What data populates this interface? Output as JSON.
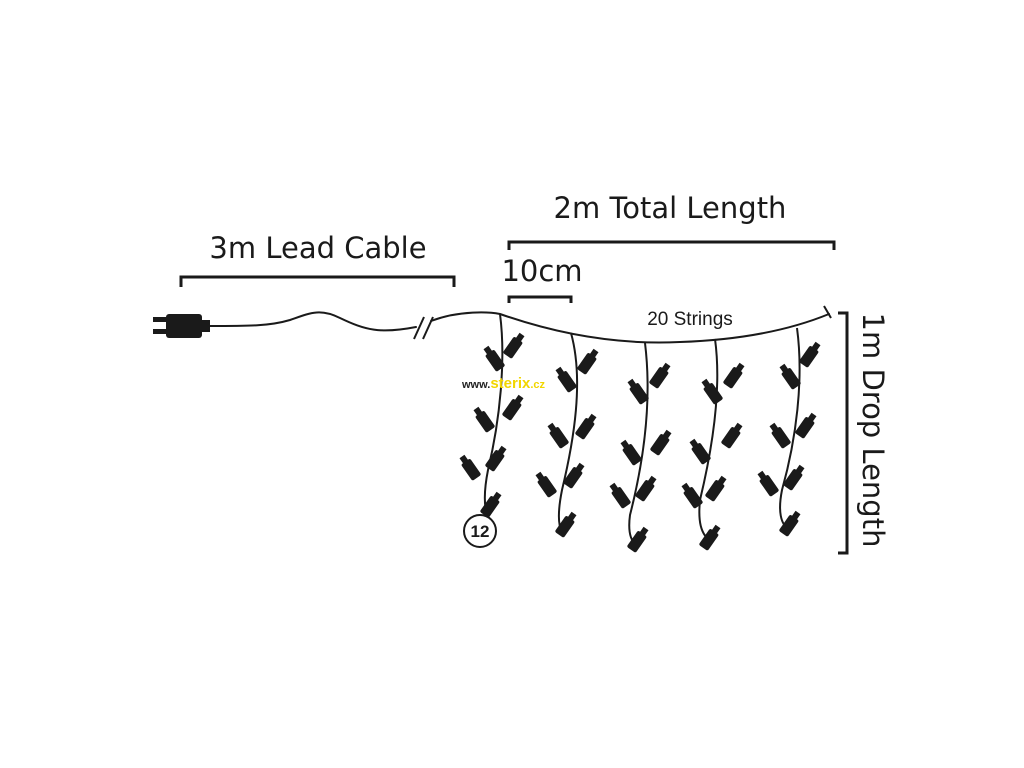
{
  "labels": {
    "lead_cable": "3m Lead Cable",
    "total_length": "2m Total Length",
    "spacing": "10cm",
    "strings": "20 Strings",
    "drop_length": "1m Drop Length",
    "bulb_count": "12"
  },
  "watermark": {
    "prefix": "www.",
    "brand": "sterix",
    "suffix": ".cz"
  },
  "colors": {
    "ink": "#1a1a1a",
    "watermark_brand": "#f2d600"
  }
}
